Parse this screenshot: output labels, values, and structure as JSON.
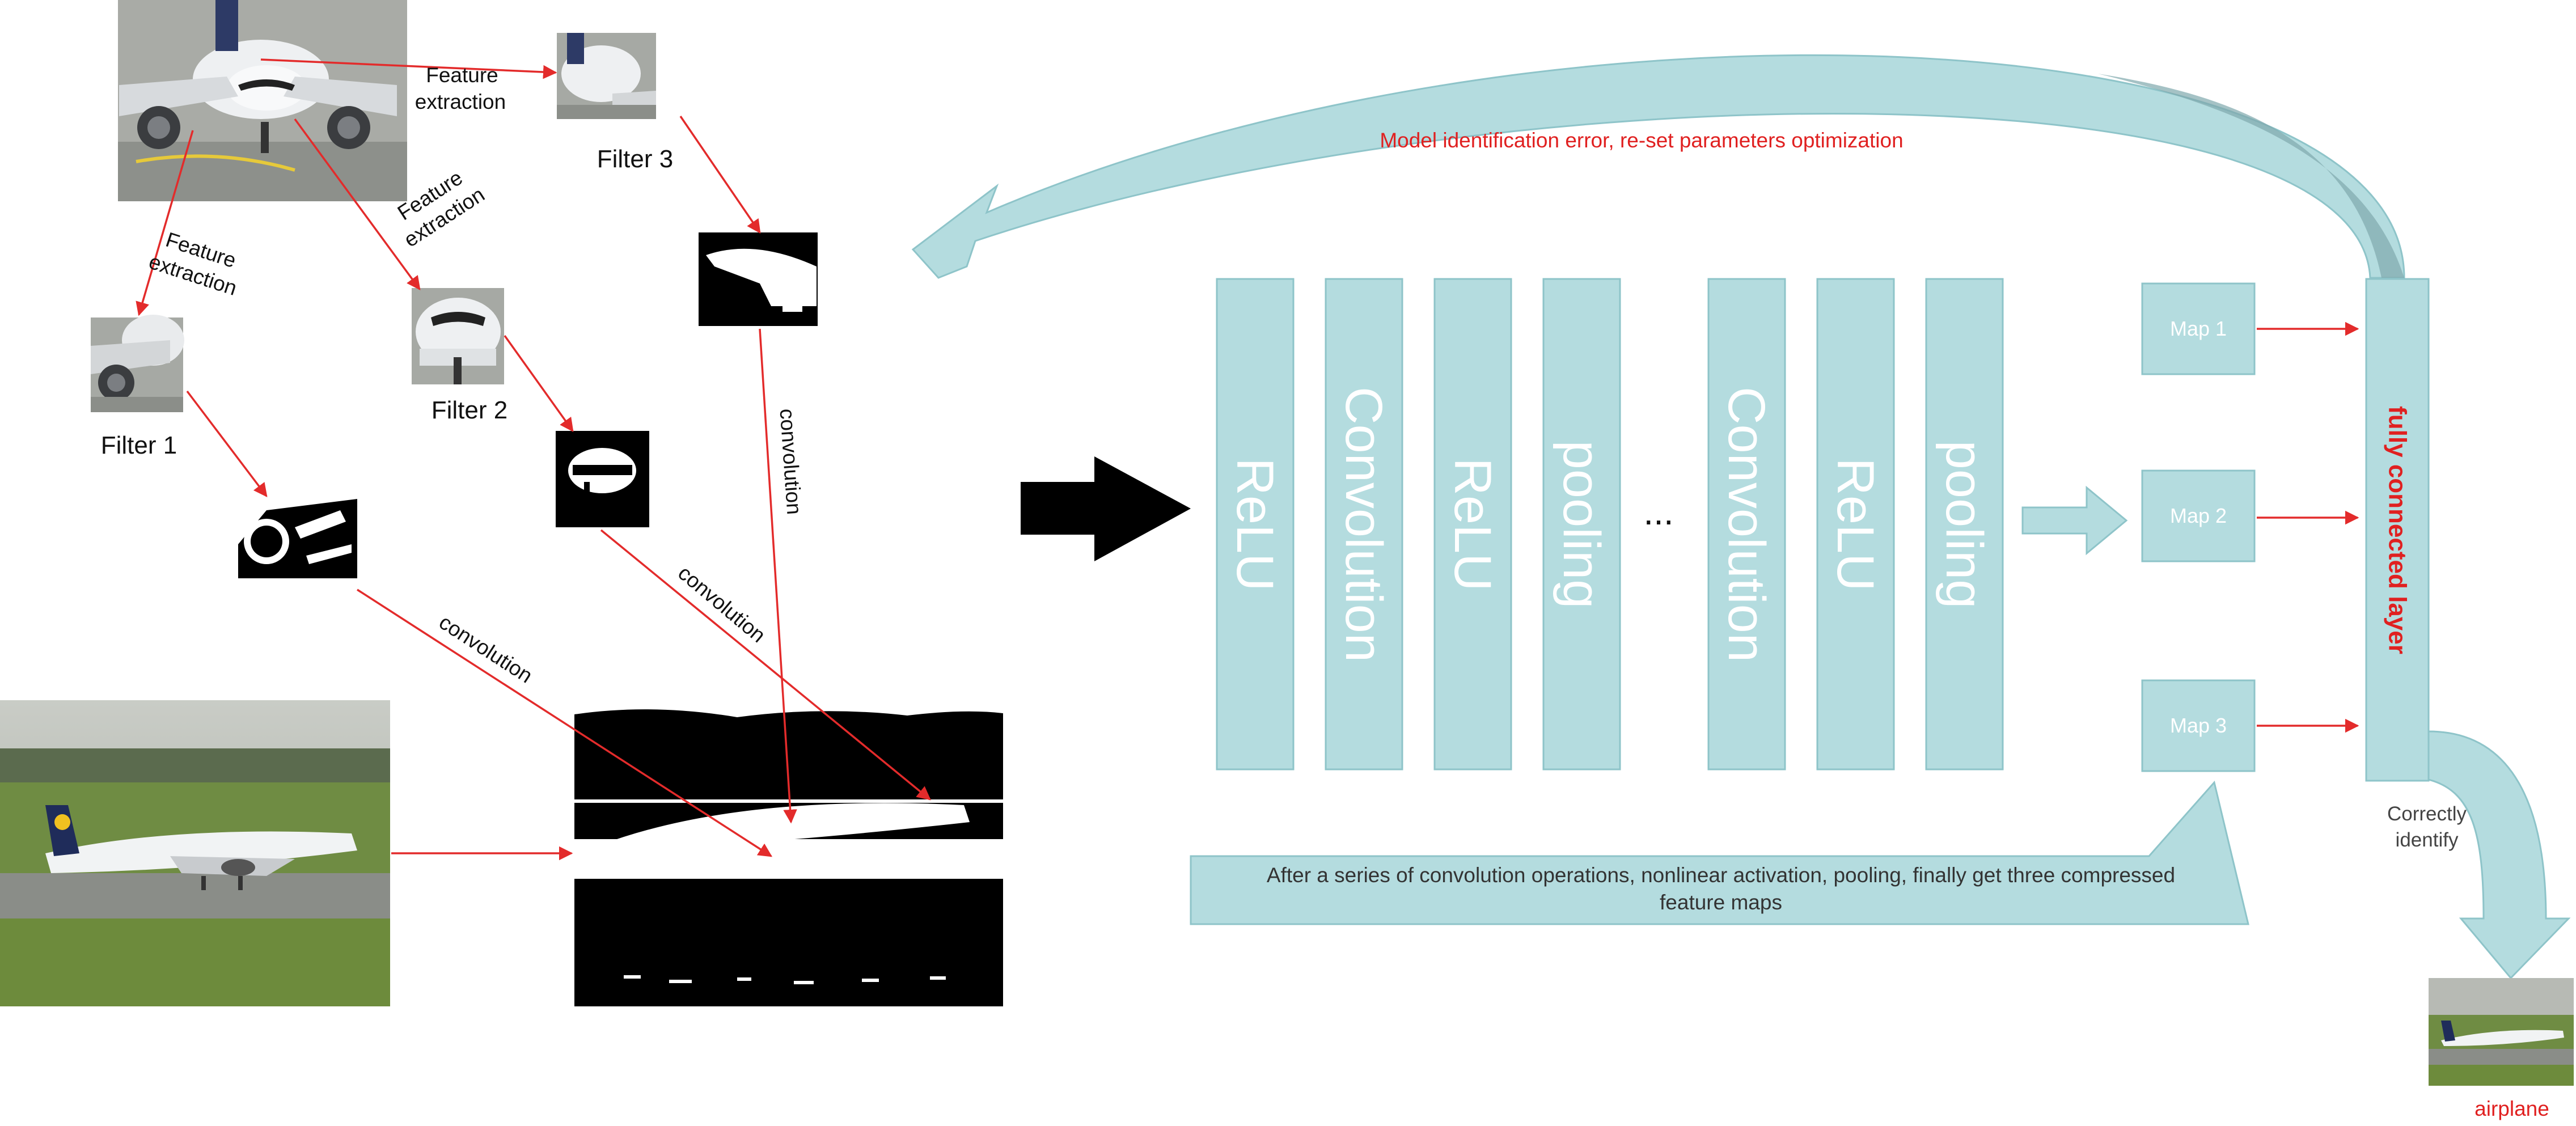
{
  "colors": {
    "box_fill": "#b4dcdf",
    "box_stroke": "#8ec4c9",
    "box_text": "#ffffff",
    "arrow_red": "#e32b2b",
    "label_red": "#e02020",
    "label_dark": "#111111",
    "gray_text": "#444444",
    "black_arrow": "#000000"
  },
  "filters": {
    "filter1": "Filter 1",
    "filter2": "Filter 2",
    "filter3": "Filter 3"
  },
  "extraction_labels": {
    "to_filter1": [
      "Feature",
      "extraction"
    ],
    "to_filter2": [
      "Feature",
      "extraction"
    ],
    "to_filter3": [
      "Feature",
      "extraction"
    ]
  },
  "convolution_labels": {
    "from_filter1": "convolution",
    "from_filter2": "convolution",
    "from_filter3": "convolution"
  },
  "layers": {
    "l1": "ReLU",
    "l2": "Convolution",
    "l3": "ReLU",
    "l4": "pooling",
    "ellipsis": "...",
    "l5": "Convolution",
    "l6": "ReLU",
    "l7": "pooling"
  },
  "maps": {
    "m1": "Map 1",
    "m2": "Map 2",
    "m3": "Map 3"
  },
  "fc_layer": "fully connected layer",
  "feedback_label": "Model identification error, re-set parameters optimization",
  "summary": {
    "line1": "After a series of convolution  operations, nonlinear activation, pooling, finally get three compressed",
    "line2": "feature maps"
  },
  "output": {
    "correct_line1": "Correctly",
    "correct_line2": "identify",
    "result": "airplane"
  }
}
